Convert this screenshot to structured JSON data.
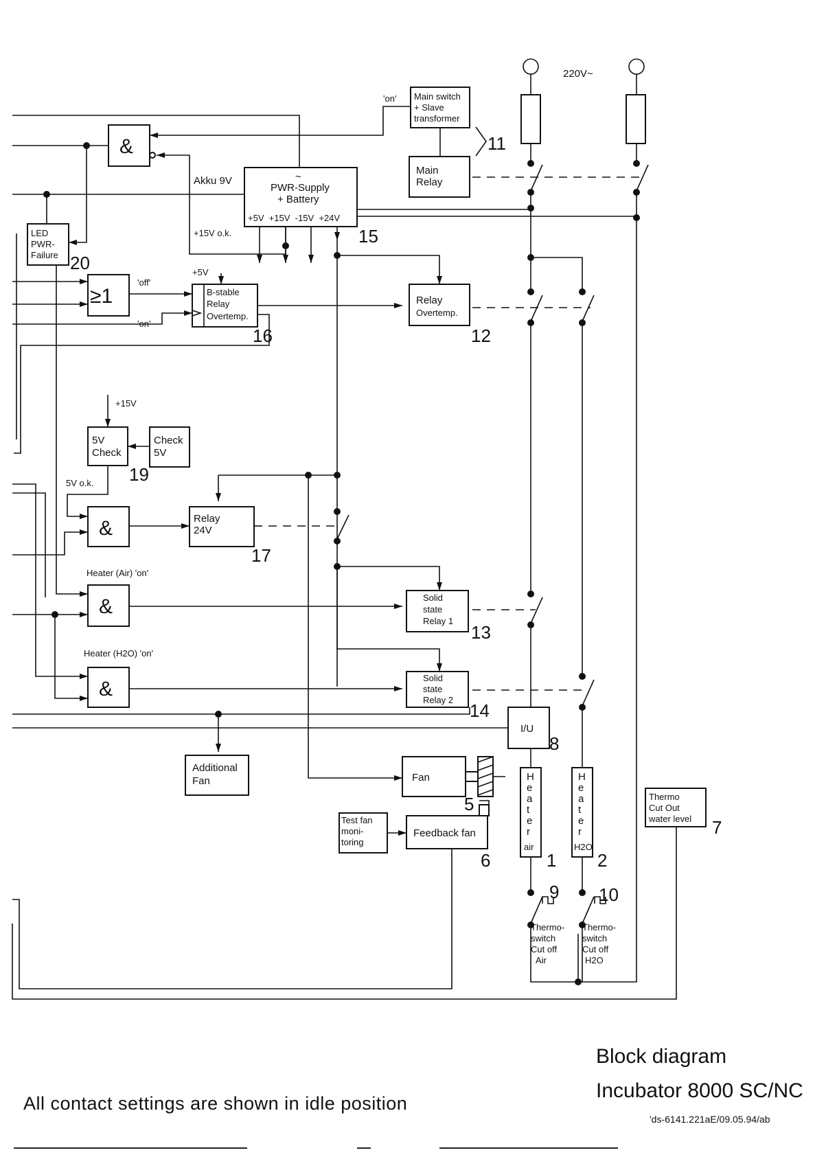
{
  "mains": {
    "voltage": "220V~"
  },
  "labels": {
    "on": "'on'",
    "off": "'off'",
    "akku": "Akku 9V",
    "ok15": "+15V o.k.",
    "plus5": "+5V",
    "plus15": "+15V",
    "ok5": "5V o.k.",
    "heater_air_on": "Heater (Air) 'on'",
    "heater_h2o_on": "Heater (H2O) 'on'"
  },
  "blocks": {
    "main_switch": [
      "Main switch",
      "+ Slave",
      "transformer"
    ],
    "main_relay": [
      "Main",
      "Relay"
    ],
    "pwr_supply": [
      "PWR-Supply",
      "+ Battery"
    ],
    "pwr_outputs": "+5V  +15V  -15V  +24V",
    "led": [
      "LED",
      "PWR-",
      "Failure"
    ],
    "bistable": [
      "B-stable",
      "Relay",
      "Overtemp."
    ],
    "relay_overtemp": [
      "Relay",
      "Overtemp."
    ],
    "check5v": [
      "Check",
      "5V"
    ],
    "check5v_block": [
      "5V",
      "Check"
    ],
    "relay24": [
      "Relay",
      "24V"
    ],
    "ssr1": [
      "Solid",
      "state",
      "Relay 1"
    ],
    "ssr2": [
      "Solid",
      "state",
      "Relay 2"
    ],
    "iu": "I/U",
    "additional_fan": [
      "Additional",
      "Fan"
    ],
    "fan": "Fan",
    "feedback_fan": "Feedback fan",
    "test_fan": [
      "Test fan",
      "moni-",
      "toring"
    ],
    "heater_air": [
      "H",
      "e",
      "a",
      "t",
      "e",
      "r",
      "air"
    ],
    "heater_h2o": [
      "H",
      "e",
      "a",
      "t",
      "e",
      "r",
      "H2O"
    ],
    "thermo_air": [
      "Thermo-",
      "switch",
      "Cut off",
      "Air"
    ],
    "thermo_h2o": [
      "Thermo-",
      "switch",
      "Cut off",
      "H2O"
    ],
    "thermo_cutout": [
      "Thermo",
      "Cut Out",
      "water level"
    ]
  },
  "gates": {
    "and": "&",
    "or": "≥1"
  },
  "numbers": {
    "n1": "1",
    "n2": "2",
    "n5": "5",
    "n6": "6",
    "n7": "7",
    "n8": "8",
    "n9": "9",
    "n10": "10",
    "n11": "11",
    "n12": "12",
    "n13": "13",
    "n14": "14",
    "n15": "15",
    "n16": "16",
    "n17": "17",
    "n19": "19",
    "n20": "20"
  },
  "footer": {
    "note": "All contact settings are shown in idle position",
    "title": "Block diagram",
    "subtitle": "Incubator 8000 SC/NC",
    "doc_id": "'ds-6141.221aE/09.05.94/ab"
  }
}
